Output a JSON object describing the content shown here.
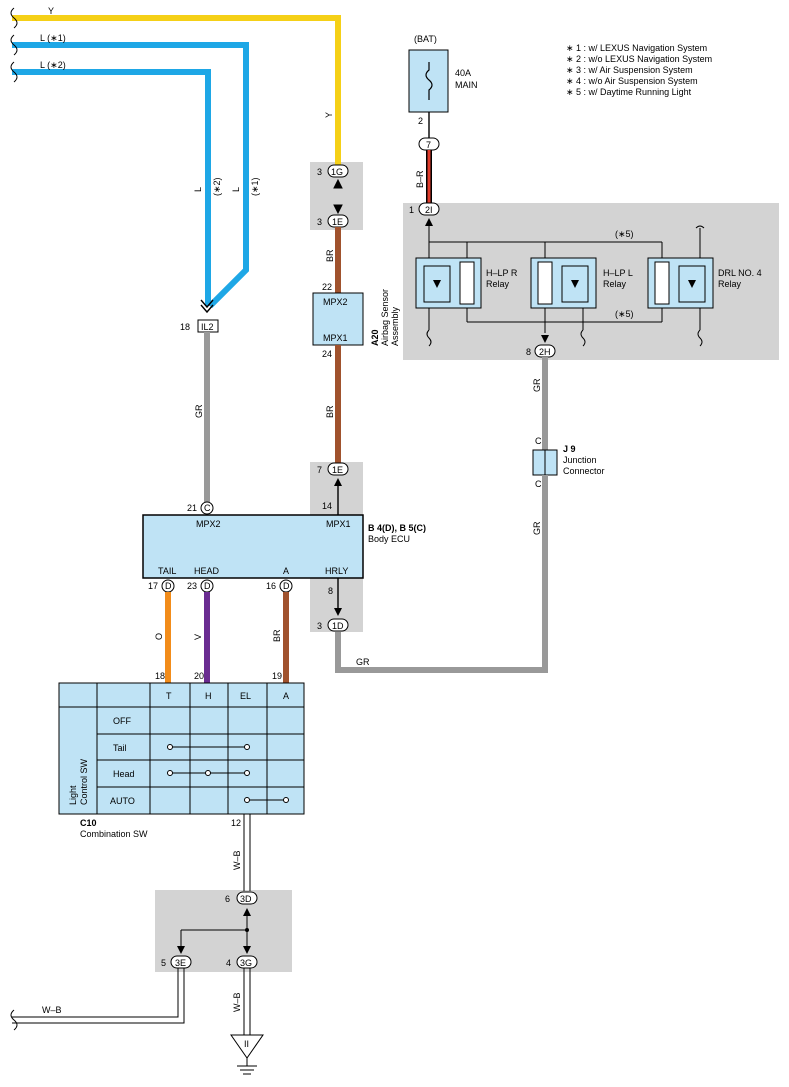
{
  "notes": [
    "∗ 1 : w/ LEXUS Navigation System",
    "∗ 2 : w/o LEXUS Navigation System",
    "∗ 3 : w/ Air Suspension System",
    "∗ 4 : w/o Air Suspension System",
    "∗ 5 : w/ Daytime Running Light"
  ],
  "wires": {
    "y": "Y",
    "l1": "L (∗1)",
    "l2": "L (∗2)",
    "l_v1": "L",
    "l_v1_note": "(∗1)",
    "l_v2": "L",
    "l_v2_note": "(∗2)",
    "y_v": "Y",
    "br1": "BR",
    "br2": "BR",
    "gr1": "GR",
    "gr2": "GR",
    "gr3": "GR",
    "gr4": "GR",
    "br_r": "B–R",
    "o": "O",
    "v": "V",
    "br3": "BR",
    "wb1": "W–B",
    "wb2": "W–B",
    "wb3": "W–B"
  },
  "power": {
    "bat": "(BAT)",
    "fuse_amp": "40A",
    "fuse_name": "MAIN",
    "pin_2": "2"
  },
  "connectors": {
    "c7": "7",
    "c1g": "1G",
    "c1g_pin": "3",
    "c1e_a": "1E",
    "c1e_a_pin": "3",
    "c2i": "2I",
    "c2i_pin": "1",
    "c2h": "2H",
    "c2h_pin": "8",
    "il2": "IL2",
    "il2_pin": "18",
    "c1e_b": "1E",
    "c1e_b_pin": "7",
    "c1d": "1D",
    "c1d_pin": "3",
    "c3d": "3D",
    "c3d_pin": "6",
    "c3e": "3E",
    "c3e_pin": "5",
    "c3g": "3G",
    "c3g_pin": "4"
  },
  "relays": {
    "r1_line1": "H–LP R",
    "r1_line2": "Relay",
    "r2_line1": "H–LP L",
    "r2_line2": "Relay",
    "r3_line1": "DRL NO. 4",
    "r3_line2": "Relay",
    "note_top": "(∗5)",
    "note_bottom": "(∗5)"
  },
  "airbag": {
    "code": "A20",
    "name_line1": "Airbag Sensor",
    "name_line2": "Assembly",
    "mpx2": "MPX2",
    "mpx1": "MPX1",
    "pin_22": "22",
    "pin_24": "24"
  },
  "junction": {
    "code": "J 9",
    "name_line1": "Junction",
    "name_line2": "Connector",
    "c_top": "C",
    "c_bottom": "C"
  },
  "body_ecu": {
    "code": "B 4(D), B 5(C)",
    "name": "Body ECU",
    "mpx2": "MPX2",
    "mpx1": "MPX1",
    "tail": "TAIL",
    "head": "HEAD",
    "a": "A",
    "hrly": "HRLY",
    "pin_21": "21",
    "c_21": "C",
    "pin_14": "14",
    "pin_17": "17",
    "d_17": "D",
    "pin_23": "23",
    "d_23": "D",
    "pin_16": "16",
    "d_16": "D",
    "pin_8": "8"
  },
  "switch": {
    "code": "C10",
    "name": "Combination SW",
    "side_label_line1": "Light",
    "side_label_line2": "Control SW",
    "headers": [
      "T",
      "H",
      "EL",
      "A"
    ],
    "rows": [
      "OFF",
      "Tail",
      "Head",
      "AUTO"
    ],
    "pin_18": "18",
    "pin_20": "20",
    "pin_19": "19",
    "pin_12": "12"
  },
  "ground": {
    "symbol": "II"
  }
}
